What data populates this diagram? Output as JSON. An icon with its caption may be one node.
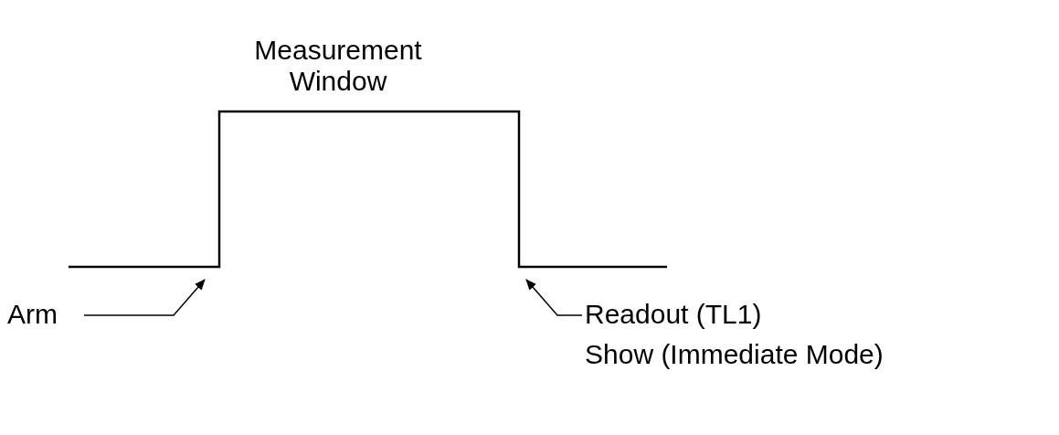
{
  "diagram": {
    "nodes": [
      {
        "text": [
          "Arm"
        ]
      },
      {
        "text": [
          "Readout (TL1)",
          "Show (Immediate Mode)"
        ]
      }
    ],
    "edges": [
      {
        "from": 0,
        "to": null,
        "arrow": "to"
      },
      {
        "from": 1,
        "to": null,
        "arrow": "to"
      }
    ],
    "labels": [
      "Measurement Window"
    ]
  }
}
